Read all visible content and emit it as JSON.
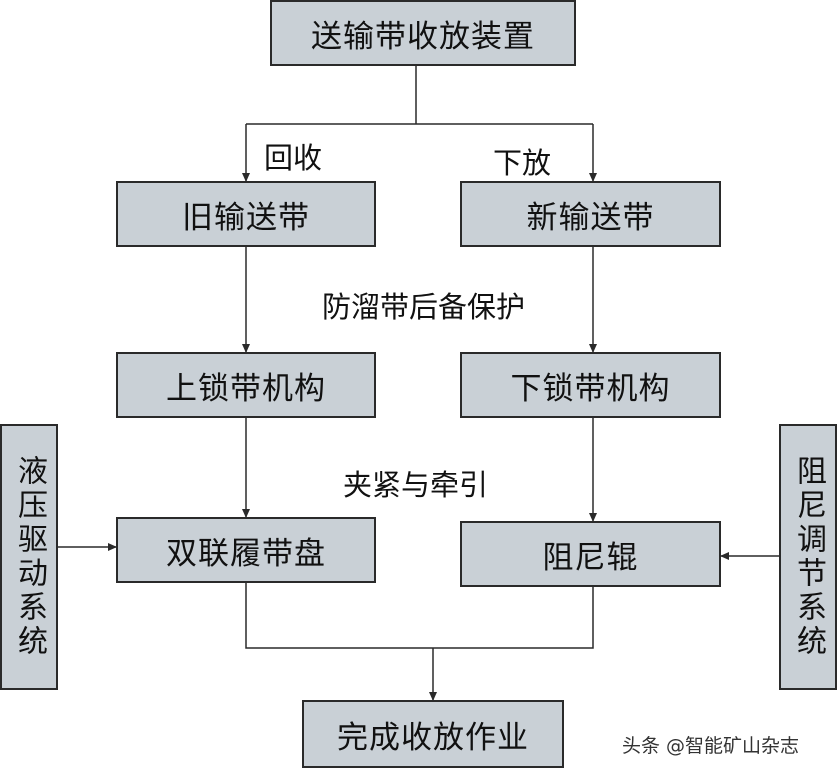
{
  "nodes": {
    "top": "送输带收放装置",
    "old_belt": "旧输送带",
    "new_belt": "新输送带",
    "upper_lock": "上锁带机构",
    "lower_lock": "下锁带机构",
    "crawler": "双联履带盘",
    "roller": "阻尼辊",
    "complete": "完成收放作业",
    "hydraulic": "液压驱动系统",
    "damping": "阻尼调节系统"
  },
  "labels": {
    "recover": "回收",
    "release": "下放",
    "backup": "防溜带后备保护",
    "clamp": "夹紧与牵引"
  },
  "watermark": "头条 @智能矿山杂志",
  "colors": {
    "box_fill": "#c9d0d6",
    "box_border": "#2a2a2a",
    "line": "#2a2a2a"
  }
}
